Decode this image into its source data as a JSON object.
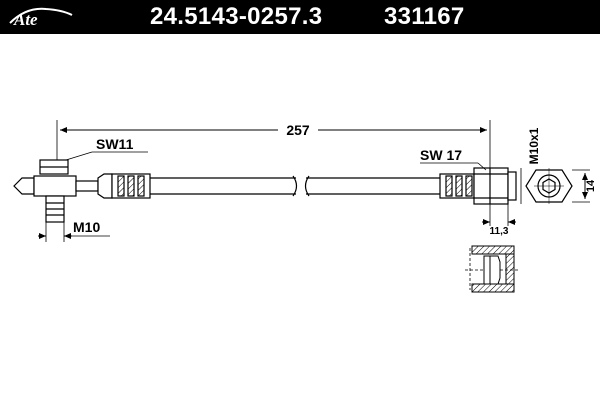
{
  "header": {
    "brand": "Ate",
    "part_number": "24.5143-0257.3",
    "reference_number": "331167"
  },
  "colors": {
    "header_bg": "#000000",
    "header_text": "#ffffff",
    "line": "#000000"
  },
  "dimensions": {
    "length": "257",
    "left_wrench": "SW11",
    "left_thread": "M10",
    "right_wrench": "SW 17",
    "right_thread": "M10x1",
    "hex_height": "14",
    "fitting_width": "11,3"
  }
}
